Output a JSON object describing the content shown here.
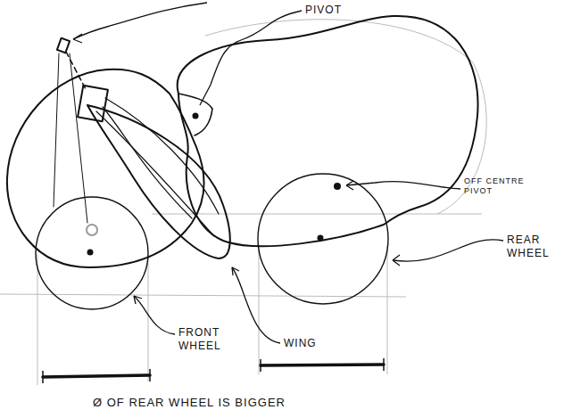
{
  "diagram": {
    "labels": [
      "PIVOT",
      "OFF CENTRE PIVOT",
      "REAR WHEEL",
      "FRONT WHEEL",
      "WING",
      "Ø OF REAR WHEEL IS BIGGER"
    ]
  }
}
